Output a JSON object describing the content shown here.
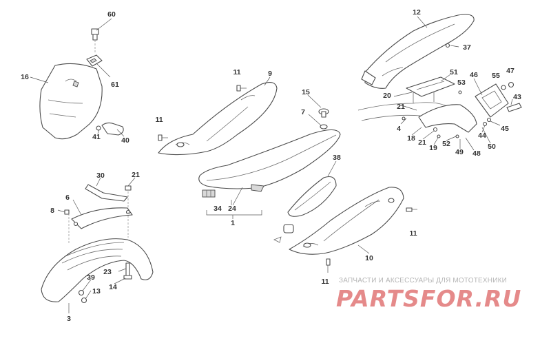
{
  "callouts": [
    "60",
    "16",
    "61",
    "41",
    "40",
    "11",
    "9",
    "15",
    "7",
    "11",
    "12",
    "37",
    "51",
    "46",
    "55",
    "47",
    "53",
    "20",
    "21",
    "43",
    "4",
    "18",
    "21",
    "19",
    "52",
    "49",
    "48",
    "50",
    "44",
    "45",
    "38",
    "30",
    "21",
    "6",
    "8",
    "34",
    "24",
    "1",
    "11",
    "10",
    "11",
    "23",
    "39",
    "13",
    "14",
    "3"
  ],
  "watermark": {
    "caption": "ЗАПЧАСТИ И АКСЕССУАРЫ ДЛЯ МОТОТЕХНИКИ",
    "logo": "PARTSFOR.RU"
  }
}
